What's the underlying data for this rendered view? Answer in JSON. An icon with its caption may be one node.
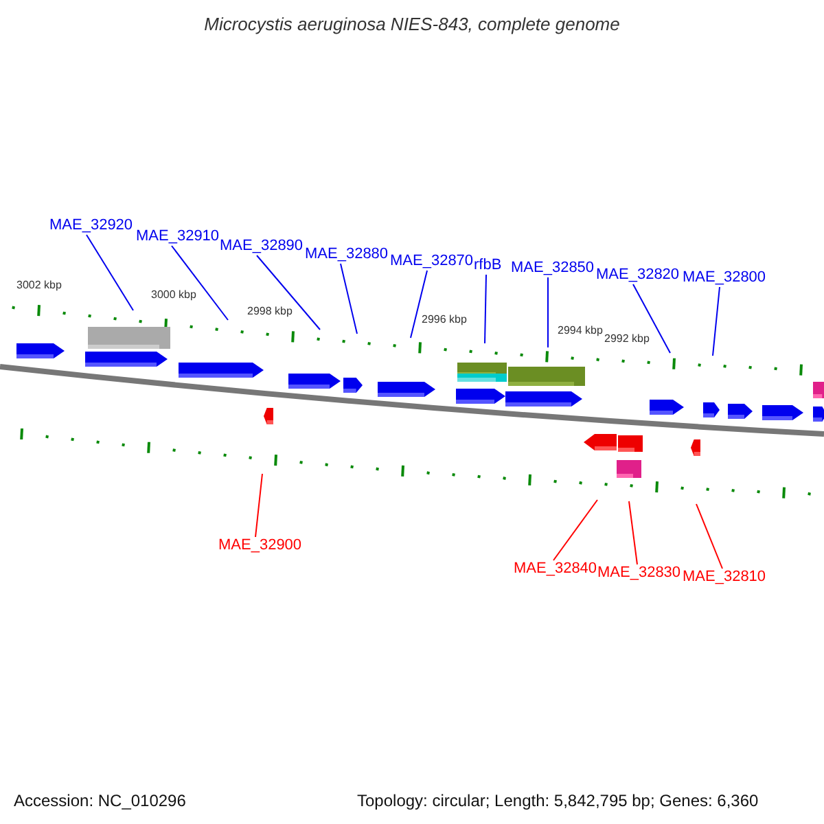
{
  "diagram": {
    "title": "Microcystis aeruginosa NIES-843, complete genome",
    "nodes": [
      {
        "text": [
          "MAE_32920"
        ]
      },
      {
        "text": [
          "MAE_32910"
        ]
      },
      {
        "text": [
          "MAE_32890"
        ]
      },
      {
        "text": [
          "MAE_32880"
        ]
      },
      {
        "text": [
          "MAE_32870"
        ]
      },
      {
        "text": [
          "rfbB"
        ]
      },
      {
        "text": [
          "MAE_32850"
        ]
      },
      {
        "text": [
          "MAE_32820"
        ]
      },
      {
        "text": [
          "MAE_32800"
        ]
      },
      {
        "text": [
          "MAE_32900"
        ]
      },
      {
        "text": [
          "MAE_32840"
        ]
      },
      {
        "text": [
          "MAE_32830"
        ]
      },
      {
        "text": [
          "MAE_32810"
        ]
      }
    ],
    "edges": [
      {
        "from": 0,
        "to": null,
        "arrow": "none"
      },
      {
        "from": 1,
        "to": null,
        "arrow": "none"
      },
      {
        "from": 2,
        "to": null,
        "arrow": "none"
      },
      {
        "from": 3,
        "to": null,
        "arrow": "none"
      },
      {
        "from": 4,
        "to": null,
        "arrow": "none"
      },
      {
        "from": 5,
        "to": null,
        "arrow": "none"
      },
      {
        "from": 6,
        "to": null,
        "arrow": "none"
      },
      {
        "from": 7,
        "to": null,
        "arrow": "none"
      },
      {
        "from": 8,
        "to": null,
        "arrow": "none"
      },
      {
        "from": 9,
        "to": null,
        "arrow": "none",
        "color": "#ff0000"
      },
      {
        "from": 10,
        "to": null,
        "arrow": "none",
        "color": "#ff0000"
      },
      {
        "from": 11,
        "to": null,
        "arrow": "none",
        "color": "#ff0000"
      },
      {
        "from": 12,
        "to": null,
        "arrow": "none",
        "color": "#ff0000"
      }
    ],
    "labels": [
      "3002 kbp",
      "3000 kbp",
      "2998 kbp",
      "2996 kbp",
      "2994 kbp",
      "2992 kbp",
      "Accession: NC_010296",
      "Topology: circular; Length: 5,842,795 bp; Genes: 6,360"
    ]
  }
}
